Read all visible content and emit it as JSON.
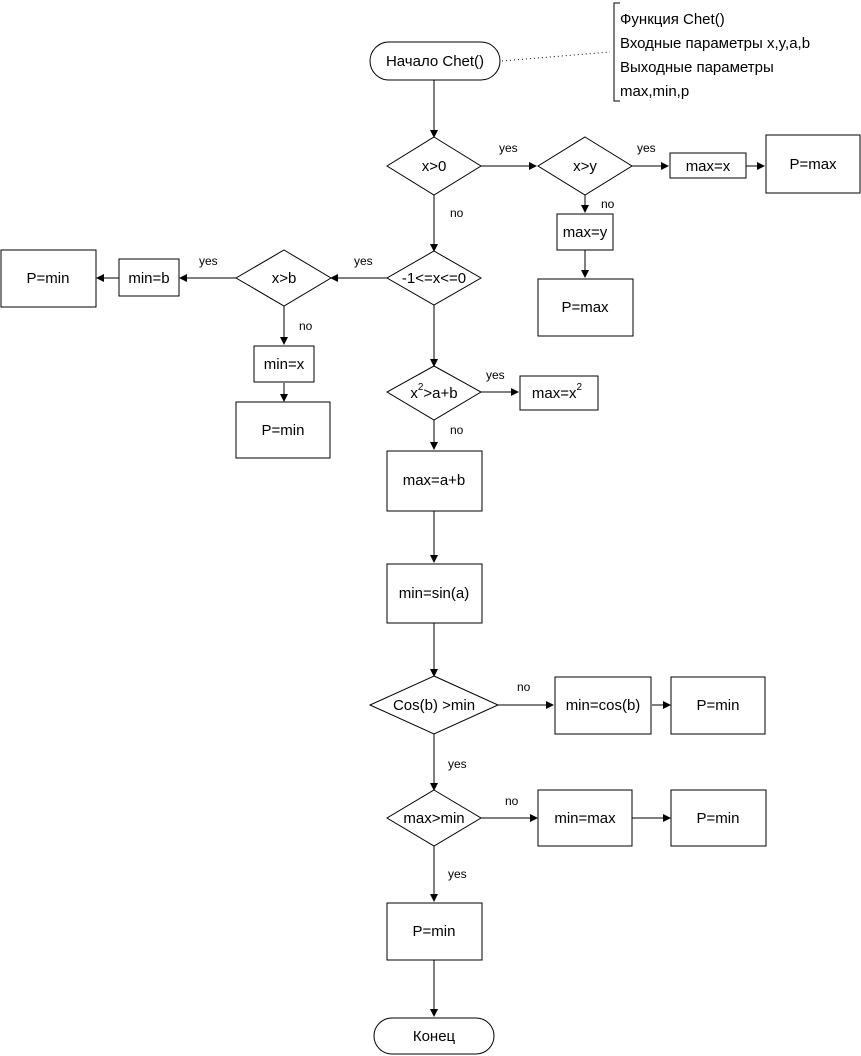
{
  "diagram": {
    "start": "Начало Chet()",
    "end": "Конец",
    "note": [
      "Функция Chet()",
      "Входные параметры x,y,a,b",
      "Выходные параметры",
      "max,min,p"
    ],
    "decisions": {
      "x_gt_0": "x>0",
      "x_gt_y": "x>y",
      "range": "-1<=x<=0",
      "x_gt_b": "x>b",
      "x2_base": "x",
      "x2_sup": "2",
      "x2_rest": ">a+b",
      "cos_gt_min": "Cos(b) >min",
      "max_gt_min": "max>min"
    },
    "processes": {
      "max_eq_x": "max=x",
      "p_max_top": "P=max",
      "max_eq_y": "max=y",
      "p_max_mid": "P=max",
      "min_eq_b": "min=b",
      "p_min_left": "P=min",
      "min_eq_x": "min=x",
      "p_min_leftmid": "P=min",
      "max_x2_base": "max=x",
      "max_x2_sup": "2",
      "max_eq_ab": "max=a+b",
      "min_sin": "min=sin(a)",
      "min_cos": "min=cos(b)",
      "p_min_cos": "P=min",
      "min_eq_max": "min=max",
      "p_min_maxmin": "P=min",
      "p_min_final": "P=min"
    },
    "edge_labels": {
      "yes_x0": "yes",
      "no_x0": "no",
      "yes_xy": "yes",
      "no_xy": "no",
      "yes_range": "yes",
      "yes_xb": "yes",
      "no_xb": "no",
      "yes_x2": "yes",
      "no_x2": "no",
      "no_cos": "no",
      "yes_cos": "yes",
      "no_maxmin": "no",
      "yes_maxmin": "yes"
    }
  }
}
